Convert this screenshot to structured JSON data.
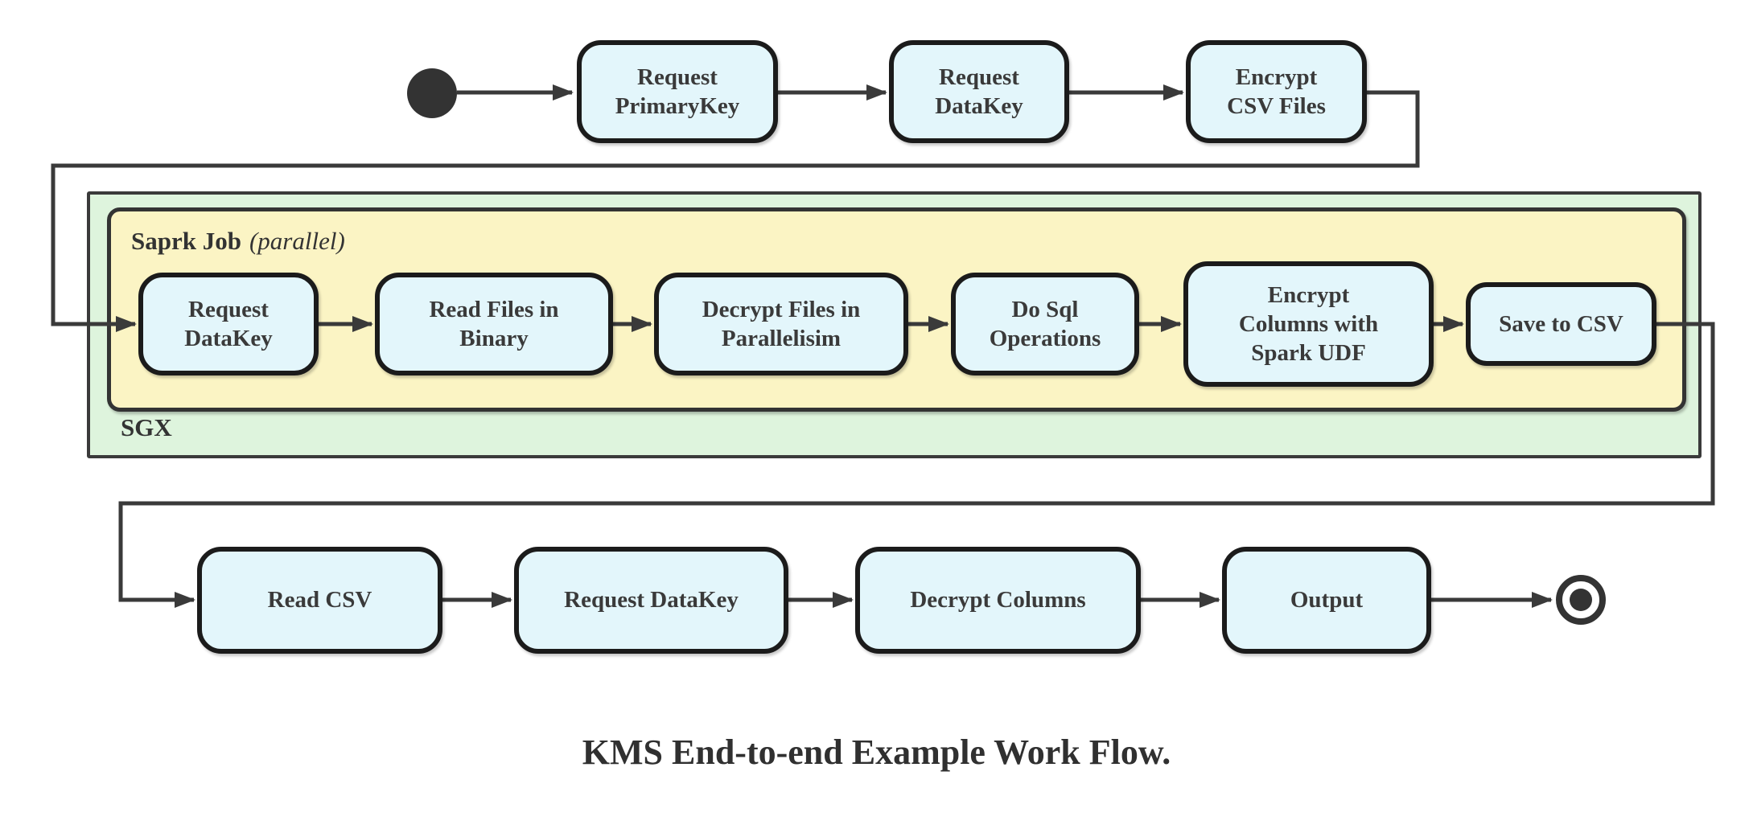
{
  "diagram": {
    "caption": "KMS End-to-end Example Work Flow.",
    "colors": {
      "node_fill": "#e3f6fb",
      "node_border": "#1b1b1b",
      "edge": "#3a3a3a",
      "sgx_fill": "#def4dd",
      "spark_fill": "#fbf4c4"
    },
    "containers": {
      "sgx": {
        "label": "SGX"
      },
      "spark_job": {
        "label": "Saprk Job",
        "qualifier": "(parallel)"
      }
    },
    "nodes": {
      "request_primarykey": {
        "label": "Request\nPrimaryKey"
      },
      "request_datakey_top": {
        "label": "Request\nDataKey"
      },
      "encrypt_csv_files": {
        "label": "Encrypt\nCSV Files"
      },
      "request_datakey_sgx": {
        "label": "Request\nDataKey"
      },
      "read_files_in_binary": {
        "label": "Read Files in\nBinary"
      },
      "decrypt_files_in_parallelisim": {
        "label": "Decrypt Files in\nParallelisim"
      },
      "do_sql_operations": {
        "label": "Do Sql\nOperations"
      },
      "encrypt_columns_with_spark_udf": {
        "label": "Encrypt\nColumns with\nSpark UDF"
      },
      "save_to_csv": {
        "label": "Save to CSV"
      },
      "read_csv": {
        "label": "Read CSV"
      },
      "request_datakey_client": {
        "label": "Request DataKey"
      },
      "decrypt_columns": {
        "label": "Decrypt Columns"
      },
      "output": {
        "label": "Output"
      }
    },
    "edges": [
      {
        "from": "start",
        "to": "request_primarykey"
      },
      {
        "from": "request_primarykey",
        "to": "request_datakey_top"
      },
      {
        "from": "request_datakey_top",
        "to": "encrypt_csv_files"
      },
      {
        "from": "encrypt_csv_files",
        "to": "request_datakey_sgx"
      },
      {
        "from": "request_datakey_sgx",
        "to": "read_files_in_binary"
      },
      {
        "from": "read_files_in_binary",
        "to": "decrypt_files_in_parallelisim"
      },
      {
        "from": "decrypt_files_in_parallelisim",
        "to": "do_sql_operations"
      },
      {
        "from": "do_sql_operations",
        "to": "encrypt_columns_with_spark_udf"
      },
      {
        "from": "encrypt_columns_with_spark_udf",
        "to": "save_to_csv"
      },
      {
        "from": "save_to_csv",
        "to": "read_csv"
      },
      {
        "from": "read_csv",
        "to": "request_datakey_client"
      },
      {
        "from": "request_datakey_client",
        "to": "decrypt_columns"
      },
      {
        "from": "decrypt_columns",
        "to": "output"
      },
      {
        "from": "output",
        "to": "end"
      }
    ]
  }
}
